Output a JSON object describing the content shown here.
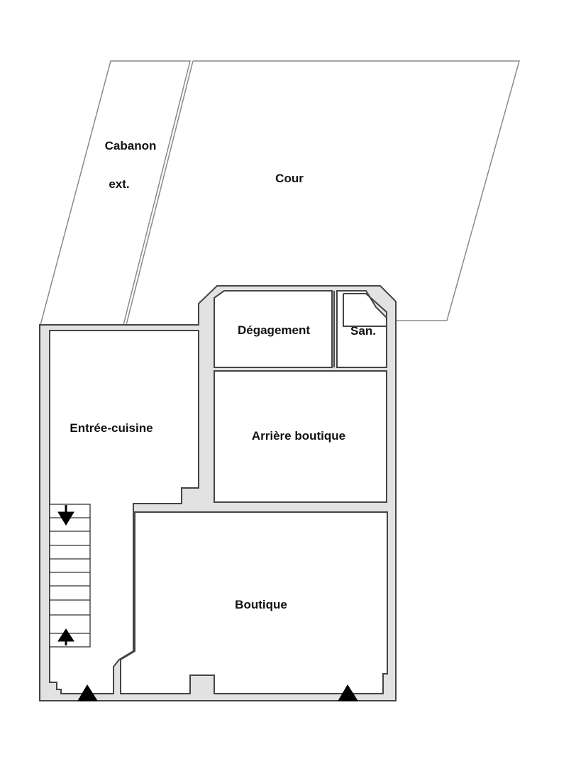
{
  "plan": {
    "type": "floor-plan",
    "colors": {
      "wall_fill": "#e2e2e2",
      "wall_stroke": "#444444",
      "outline": "#888888",
      "background": "#ffffff",
      "arrow": "#000000"
    },
    "rooms": [
      {
        "id": "cabanon",
        "label_line1": "Cabanon",
        "label_line2": "ext."
      },
      {
        "id": "cour",
        "label": "Cour"
      },
      {
        "id": "degagement",
        "label": "Dégagement"
      },
      {
        "id": "sanitaire",
        "label": "San."
      },
      {
        "id": "entree-cuisine",
        "label": "Entrée-cuisine"
      },
      {
        "id": "arriere-boutique",
        "label": "Arrière boutique"
      },
      {
        "id": "boutique",
        "label": "Boutique"
      }
    ],
    "staircase": {
      "steps": 10,
      "arrows": [
        "down",
        "up"
      ]
    },
    "entrances": 2
  }
}
